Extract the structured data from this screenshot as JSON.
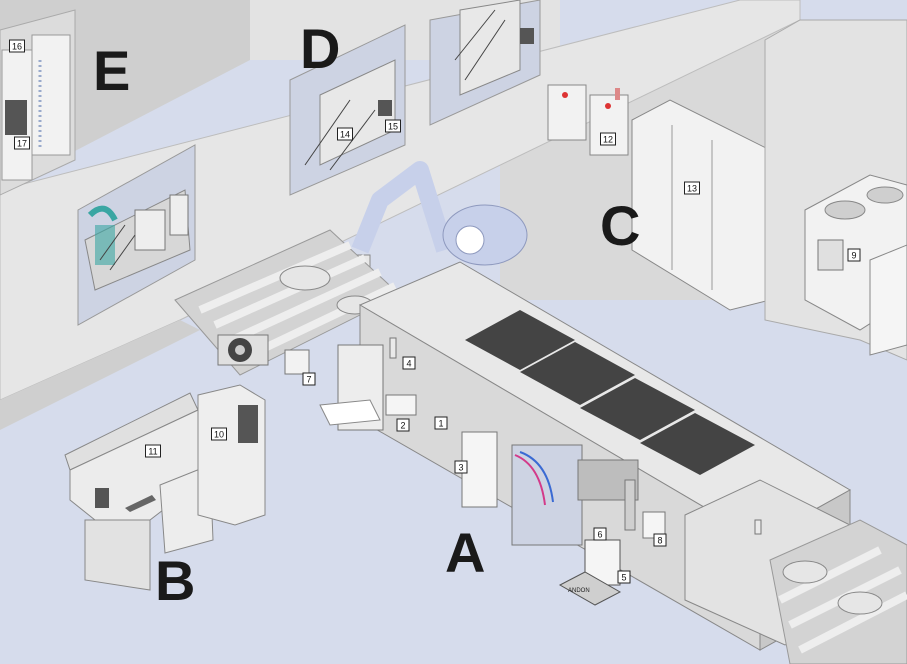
{
  "colors": {
    "floor": "#d6dcec",
    "wall": "#e3e3e3",
    "wall_shade": "#cfcfcf",
    "machine": "#e8e8e8",
    "machine_dark": "#bdbdbd",
    "window_glass": "#cfd4e4",
    "robot": "#c7d0ea",
    "panel_dark": "#3c3c3c",
    "accent_teal": "#3aa6a3"
  },
  "zones": [
    {
      "id": "zone-a",
      "letter": "A"
    },
    {
      "id": "zone-b",
      "letter": "B"
    },
    {
      "id": "zone-c",
      "letter": "C"
    },
    {
      "id": "zone-d",
      "letter": "D"
    },
    {
      "id": "zone-e",
      "letter": "E"
    }
  ],
  "callouts": [
    {
      "number": "1"
    },
    {
      "number": "2"
    },
    {
      "number": "3"
    },
    {
      "number": "4"
    },
    {
      "number": "5"
    },
    {
      "number": "6"
    },
    {
      "number": "7"
    },
    {
      "number": "8"
    },
    {
      "number": "9"
    },
    {
      "number": "10"
    },
    {
      "number": "11"
    },
    {
      "number": "12"
    },
    {
      "number": "13"
    },
    {
      "number": "14"
    },
    {
      "number": "15"
    },
    {
      "number": "16"
    },
    {
      "number": "17"
    }
  ],
  "device_label": "ANDON"
}
